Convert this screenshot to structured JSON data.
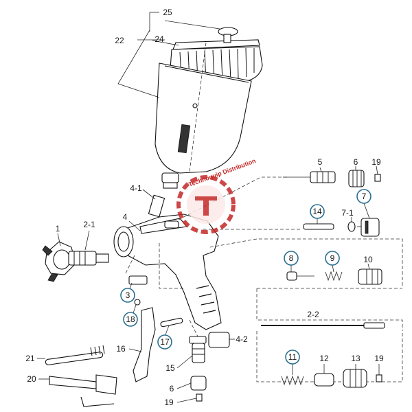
{
  "diagram": {
    "part_labels": {
      "p1": "1",
      "p2_1": "2-1",
      "p2_2": "2-2",
      "p3": "3",
      "p4": "4",
      "p4_1": "4-1",
      "p4_2": "4-2",
      "p5": "5",
      "p6a": "6",
      "p6b": "6",
      "p7": "7",
      "p7_1": "7-1",
      "p8": "8",
      "p9": "9",
      "p10": "10",
      "p11": "11",
      "p12": "12",
      "p13": "13",
      "p14": "14",
      "p15": "15",
      "p16": "16",
      "p17": "17",
      "p18": "18",
      "p19a": "19",
      "p19b": "19",
      "p19c": "19",
      "p20": "20",
      "p21": "21",
      "p22": "22",
      "p24": "24",
      "p25": "25"
    },
    "highlighted_parts": [
      "3",
      "7",
      "8",
      "9",
      "11",
      "14",
      "17",
      "18"
    ],
    "highlight_color": "#2a6f8f",
    "watermark": {
      "text": "Technoquip Distribution",
      "color": "#c62828"
    }
  }
}
